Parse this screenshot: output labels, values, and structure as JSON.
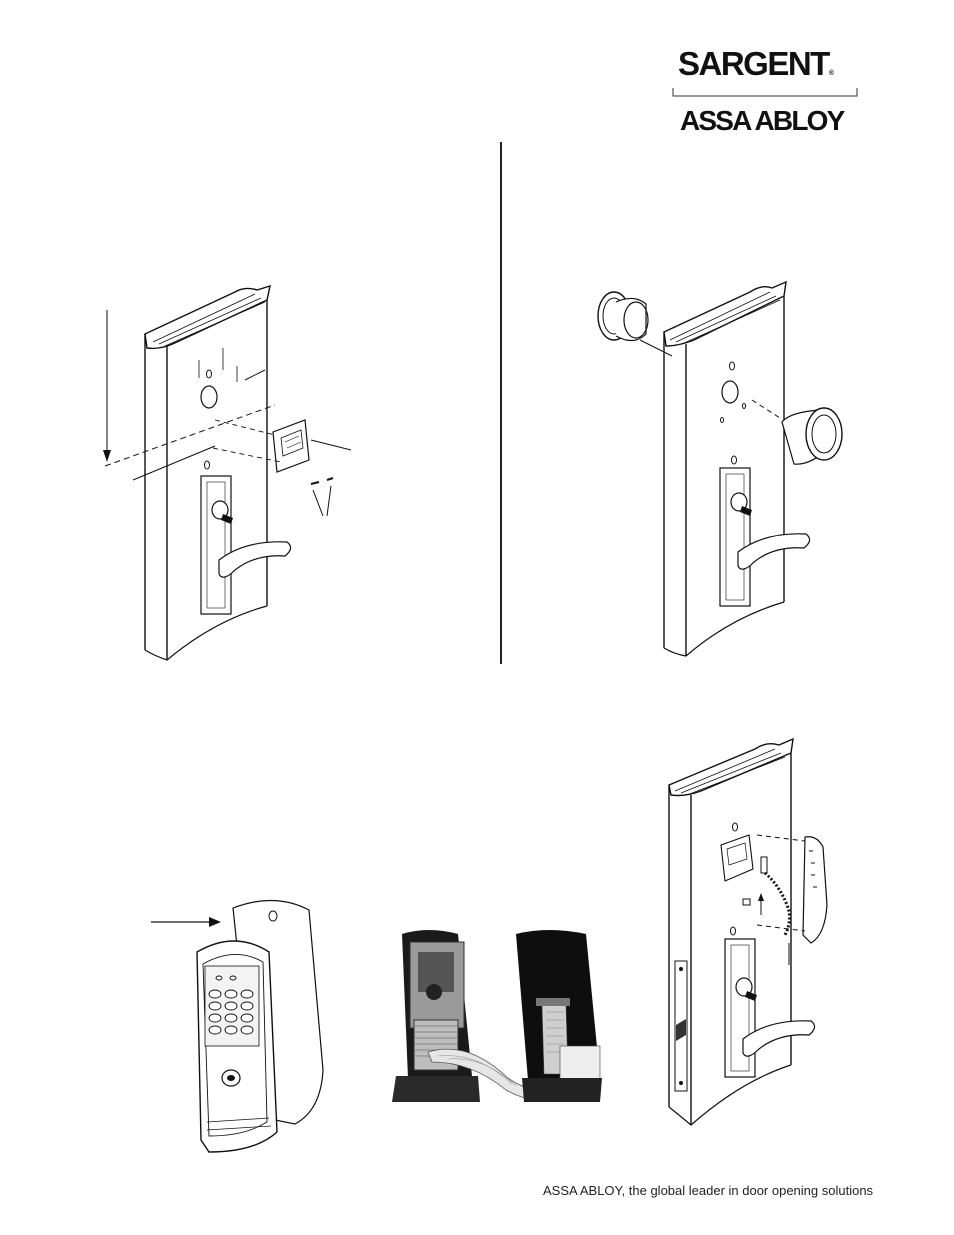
{
  "brand": {
    "name": "SARGENT",
    "registered_mark": "®",
    "parent": "ASSA ABLOY"
  },
  "footer": {
    "tagline": "ASSA ABLOY, the global leader in door opening solutions"
  },
  "figures": [
    {
      "name": "door-mounting-plate-installation"
    },
    {
      "name": "door-cylinder-bushing-installation"
    },
    {
      "name": "keypad-housing-with-gasket"
    },
    {
      "name": "keypad-ribbon-cable-photo"
    },
    {
      "name": "door-keypad-connection"
    }
  ]
}
